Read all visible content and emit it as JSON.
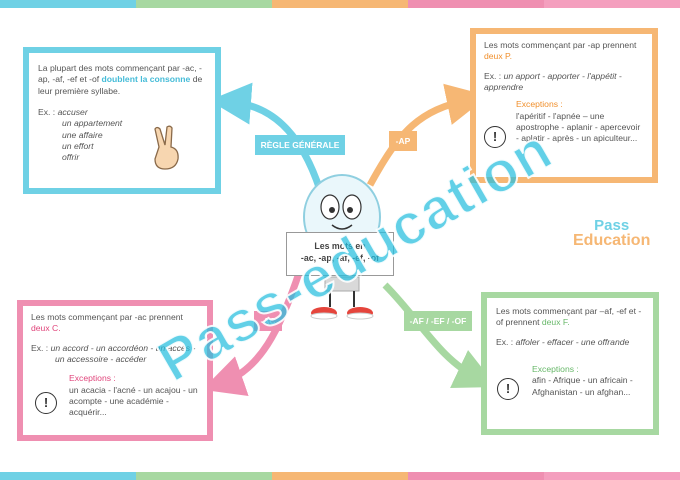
{
  "colors": {
    "blue": "#6fd1e5",
    "orange": "#f6b774",
    "pink": "#ef8fb1",
    "green": "#a7d8a1",
    "watermark": "#25bede"
  },
  "center": {
    "line1": "Les mots en",
    "line2": "-ac, -ap, -af, -ef, -of"
  },
  "labels": {
    "regle": "RÈGLE GÉNÉRALE",
    "ap": "-AP",
    "ac": "-AC",
    "ef": "-AF / -EF / -OF"
  },
  "regle": {
    "intro_a": "La plupart des mots commençant par -ac, -ap, -af, -ef et -of ",
    "intro_b": "doublent la consonne",
    "intro_c": " de leur première syllabe.",
    "ex_label": "Ex. : ",
    "examples": [
      "accuser",
      "un appartement",
      "une affaire",
      "un effort",
      "offrir"
    ],
    "icon": "peace-hand-icon"
  },
  "ap": {
    "intro": "Les mots commençant par -ap prennent ",
    "rule": "deux P.",
    "ex_label": "Ex. : ",
    "examples": "un apport - apporter - l'appétit - apprendre",
    "exceptions_title": "Exceptions :",
    "exceptions": "l'apéritif - l'apnée – une apostrophe - aplanir - apercevoir - aplatir - après - un apiculteur..."
  },
  "ac": {
    "intro": "Les mots commençant par -ac prennent ",
    "rule": "deux C.",
    "ex_label": "Ex. : ",
    "examples_1": "un accord - un accordéon - un accès -",
    "examples_2": "un accessoire - accéder",
    "exceptions_title": "Exceptions :",
    "exceptions": "un acacia - l'acné - un acajou - un acompte - une académie - acquérir..."
  },
  "ef": {
    "intro": "Les mots commençant par –af, -ef et -of prennent ",
    "rule": "deux F.",
    "ex_label": "Ex. : ",
    "examples": "affoler - effacer - une offrande",
    "exceptions_title": "Exceptions :",
    "exceptions": "afin - Afrique - un africain - Afghanistan - un afghan..."
  },
  "logo": {
    "line1": "Pass",
    "line2": "Education"
  },
  "watermark": "Pass-education"
}
